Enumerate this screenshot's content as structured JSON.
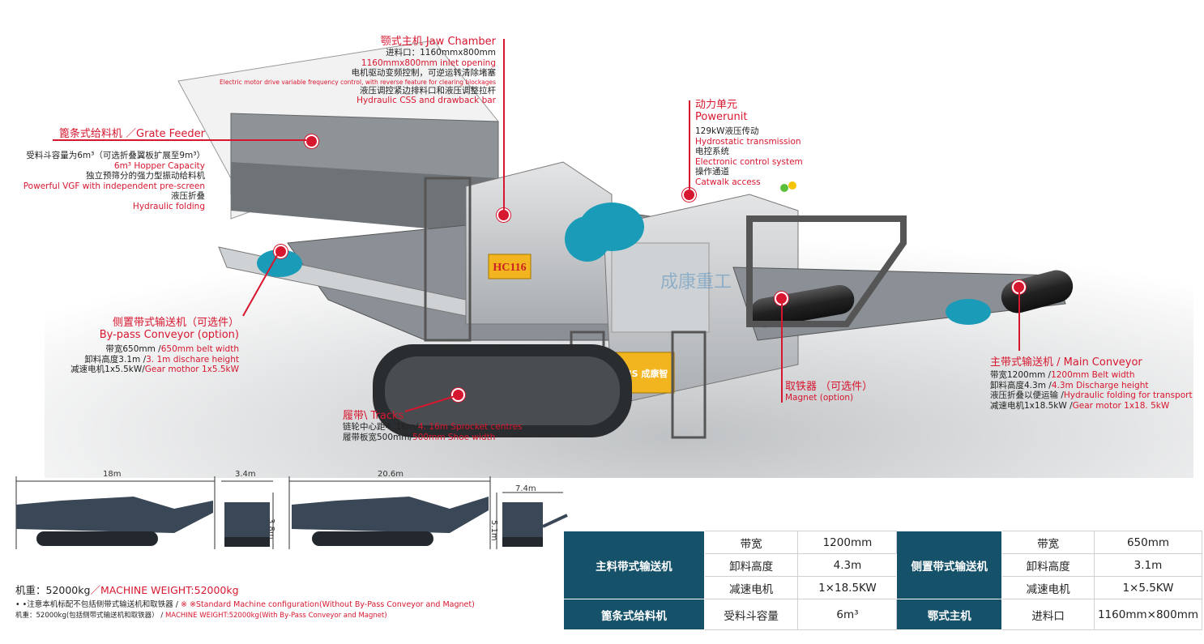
{
  "model_plate": "HC116",
  "brand_plate": "GMS 成康智",
  "watermark": "成康重工",
  "jaw": {
    "title": "颚式主机  Jaw Chamber",
    "l1": "进料口：1160mmx800mm",
    "l2": "1160mmx800mm inlet opening",
    "l3": "电机驱动变频控制，可逆运转清除堵塞",
    "l4": "Electric motor drive variable frequency control, with reverse feature for clearing blockages",
    "l5": "液压调控紧边排料口和液压调整拉杆",
    "l6": "Hydraulic CSS and drawback bar"
  },
  "grate": {
    "title": "篦条式给料机 ／Grate Feeder",
    "l1": "受料斗容量为6m³（可选折叠翼板扩展至9m³）",
    "l2": "6m³ Hopper Capacity",
    "l3": "独立预筛分的强力型振动给料机",
    "l4": "Powerful VGF with independent pre-screen",
    "l5": "液压折叠",
    "l6": "Hydraulic folding"
  },
  "power": {
    "title1": "动力单元",
    "title2": "Powerunit",
    "l1": "129kW液压传动",
    "l2": "Hydrostatic transmission",
    "l3": "电控系统",
    "l4": "Electronic control system",
    "l5": "操作通道",
    "l6": "Catwalk access"
  },
  "bypass": {
    "title1": "侧置带式输送机（可选件）",
    "title2": "By-pass Conveyor (option)",
    "l1a": "带宽650mm /",
    "l1b": "650mm belt width",
    "l2a": "卸料高度3.1m /",
    "l2b": "3. 1m dischare height",
    "l3a": "减速电机1x5.5kW/",
    "l3b": "Gear mothor 1x5.5kW"
  },
  "tracks": {
    "title": "履带\\ Tracks",
    "l1a": "链轮中心距4. 16m/",
    "l1b": "4. 16m Sprocket centres",
    "l2a": "履带板宽500mm/",
    "l2b": "500mm Shoe width"
  },
  "magnet": {
    "title": "取铁器 （可选件）",
    "l1": "Magnet (option)"
  },
  "main_conveyor": {
    "title": "主带式输送机 / Main Conveyor",
    "l1a": "带宽1200mm /",
    "l1b": "1200mm Belt width",
    "l2a": "卸料高度4.3m /",
    "l2b": "4.3m Discharge height",
    "l3a": "液压折叠以便运输 /",
    "l3b": "Hydraulic folding for transport",
    "l4a": "减速电机1x18.5kW /",
    "l4b": "Gear motor 1x18. 5kW"
  },
  "dims": {
    "d1": "18m",
    "d2": "3.4m",
    "d3": "3.8m",
    "d4": "20.6m",
    "d5": "7.4m",
    "d6": "5.1m"
  },
  "footer": {
    "weight_a": "机重：52000kg",
    "weight_b": "MACHINE WEIGHT:52000kg",
    "note_a": "• •注意本机标配不包括侧带式输送机和取铁器 /",
    "note_b": "※ ※Standard Machine configuration(Without By-Pass Conveyor and Magnet)",
    "note2_a": "机重：52000kg(包括侧带式输送机和取铁器） /",
    "note2_b": "MACHINE WEIGHT:52000kg(With By-Pass Conveyor and Magnet)"
  },
  "table": {
    "h1": "主料带式输送机",
    "h2": "侧置带式输送机",
    "h3": "篦条式给料机",
    "h4": "鄂式主机",
    "r1": [
      "带宽",
      "1200mm",
      "带宽",
      "650mm"
    ],
    "r2": [
      "卸料高度",
      "4.3m",
      "卸料高度",
      "3.1m"
    ],
    "r3": [
      "减速电机",
      "1×18.5KW",
      "减速电机",
      "1×5.5KW"
    ],
    "r4": [
      "受料斗容量",
      "6m³",
      "进料口",
      "1160mm×800mm"
    ]
  },
  "colors": {
    "accent_red": "#d7172f",
    "table_header": "#15526a",
    "machine_grey": "#b8bcc0",
    "motor_cyan": "#1a9cb8"
  }
}
